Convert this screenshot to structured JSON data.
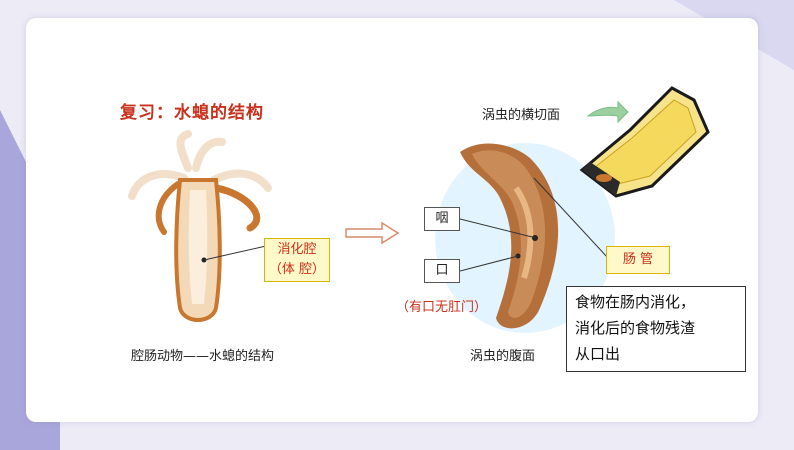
{
  "title": "复习：水螅的结构",
  "hydra": {
    "caption": "腔肠动物——水螅的结构",
    "label": "消化腔\n（体 腔）"
  },
  "planaria": {
    "cross_section_caption": "涡虫的横切面",
    "ventral_caption": "涡虫的腹面",
    "label_pharynx": "咽",
    "label_mouth": "口",
    "label_intestine": "肠 管",
    "no_anus_note": "（有口无肛门）"
  },
  "note": {
    "line1": "食物在肠内消化，",
    "line2": "消化后的食物残渣",
    "line3": "从口出"
  }
}
